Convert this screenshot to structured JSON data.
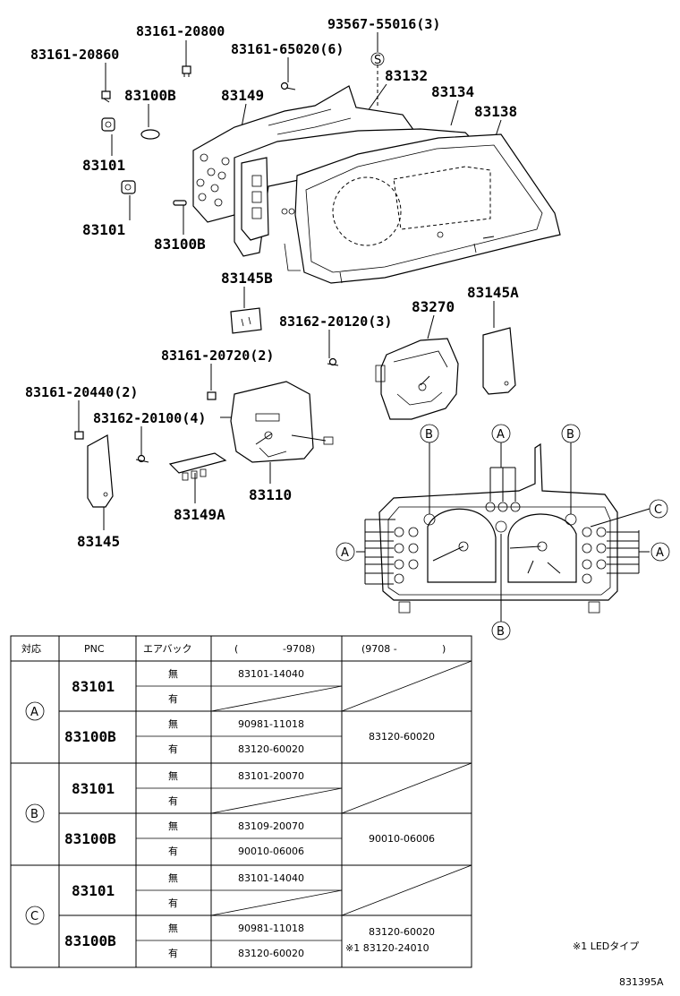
{
  "callouts": {
    "c83161_20800": "83161-20800",
    "c93567": "93567-55016(3)",
    "c83161_20860": "83161-20860",
    "c83161_65020": "83161-65020(6)",
    "c83100B_top": "83100B",
    "c83149": "83149",
    "c83132": "83132",
    "c83134": "83134",
    "c83138": "83138",
    "c83101_a": "83101",
    "c83101_b": "83101",
    "c83100B_mid": "83100B",
    "c83145B": "83145B",
    "c83270": "83270",
    "c83145A": "83145A",
    "c83162_20120": "83162-20120(3)",
    "c83161_20720": "83161-20720(2)",
    "c83161_20440": "83161-20440(2)",
    "c83162_20100": "83162-20100(4)",
    "c83110": "83110",
    "c83149A": "83149A",
    "c83145": "83145",
    "s_mark": "S"
  },
  "markers": {
    "A": "A",
    "B": "B",
    "C": "C"
  },
  "table": {
    "headers": {
      "col1": "対応",
      "col2": "PNC",
      "col3": "エアバック",
      "col4_open": "(",
      "col4_date": "-9708)",
      "col5_open": "(9708 -",
      "col5_close": ")"
    },
    "groups": [
      {
        "marker": "A",
        "rows": [
          {
            "pnc": "83101",
            "sub": [
              {
                "air": "無",
                "before": "83101-14040",
                "after": ""
              },
              {
                "air": "有",
                "before": "",
                "after": ""
              }
            ]
          },
          {
            "pnc": "83100B",
            "sub": [
              {
                "air": "無",
                "before": "90981-11018",
                "after": "83120-60020"
              },
              {
                "air": "有",
                "before": "83120-60020",
                "after": ""
              }
            ]
          }
        ]
      },
      {
        "marker": "B",
        "rows": [
          {
            "pnc": "83101",
            "sub": [
              {
                "air": "無",
                "before": "83101-20070",
                "after": ""
              },
              {
                "air": "有",
                "before": "",
                "after": ""
              }
            ]
          },
          {
            "pnc": "83100B",
            "sub": [
              {
                "air": "無",
                "before": "83109-20070",
                "after": "90010-06006"
              },
              {
                "air": "有",
                "before": "90010-06006",
                "after": ""
              }
            ]
          }
        ]
      },
      {
        "marker": "C",
        "rows": [
          {
            "pnc": "83101",
            "sub": [
              {
                "air": "無",
                "before": "83101-14040",
                "after": ""
              },
              {
                "air": "有",
                "before": "",
                "after": ""
              }
            ]
          },
          {
            "pnc": "83100B",
            "sub": [
              {
                "air": "無",
                "before": "90981-11018",
                "after": "83120-60020"
              },
              {
                "air": "有",
                "before": "83120-60020",
                "after": "※1 83120-24010"
              }
            ]
          }
        ]
      }
    ]
  },
  "footnote": "※1 LEDタイプ",
  "figure_id": "831395A"
}
